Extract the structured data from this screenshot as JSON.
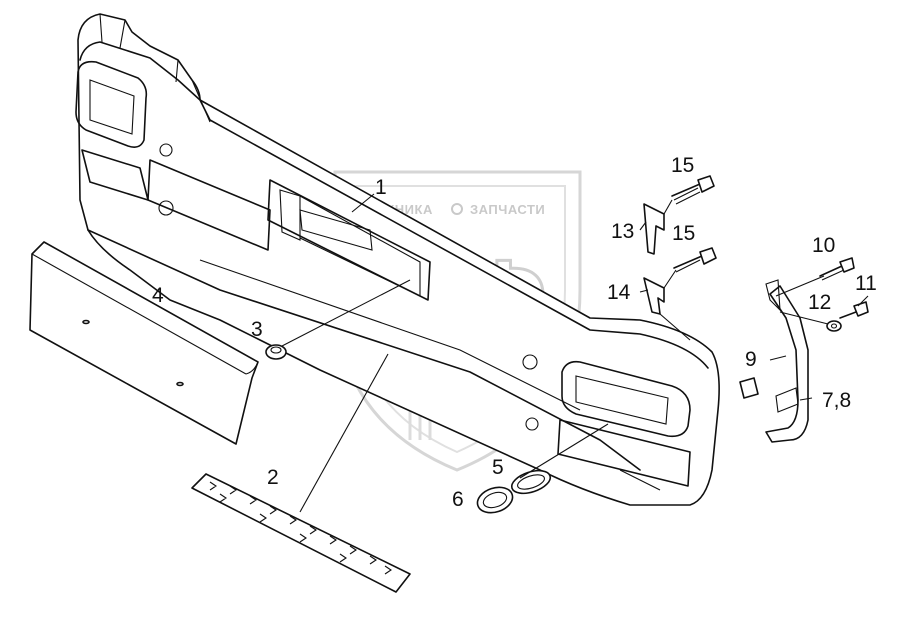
{
  "watermark": {
    "brand_left": "ТЕХНИКА",
    "brand_right": "ЗАПЧАСТИ",
    "logo_letters": "ЭПФ"
  },
  "callouts": {
    "c1": "1",
    "c2": "2",
    "c3": "3",
    "c4": "4",
    "c5": "5",
    "c6": "6",
    "c7_8": "7,8",
    "c9": "9",
    "c10": "10",
    "c11": "11",
    "c12": "12",
    "c13": "13",
    "c14": "14",
    "c15a": "15",
    "c15b": "15"
  },
  "colors": {
    "line": "#111111",
    "watermark": "#cfcfcf",
    "background": "#ffffff"
  }
}
